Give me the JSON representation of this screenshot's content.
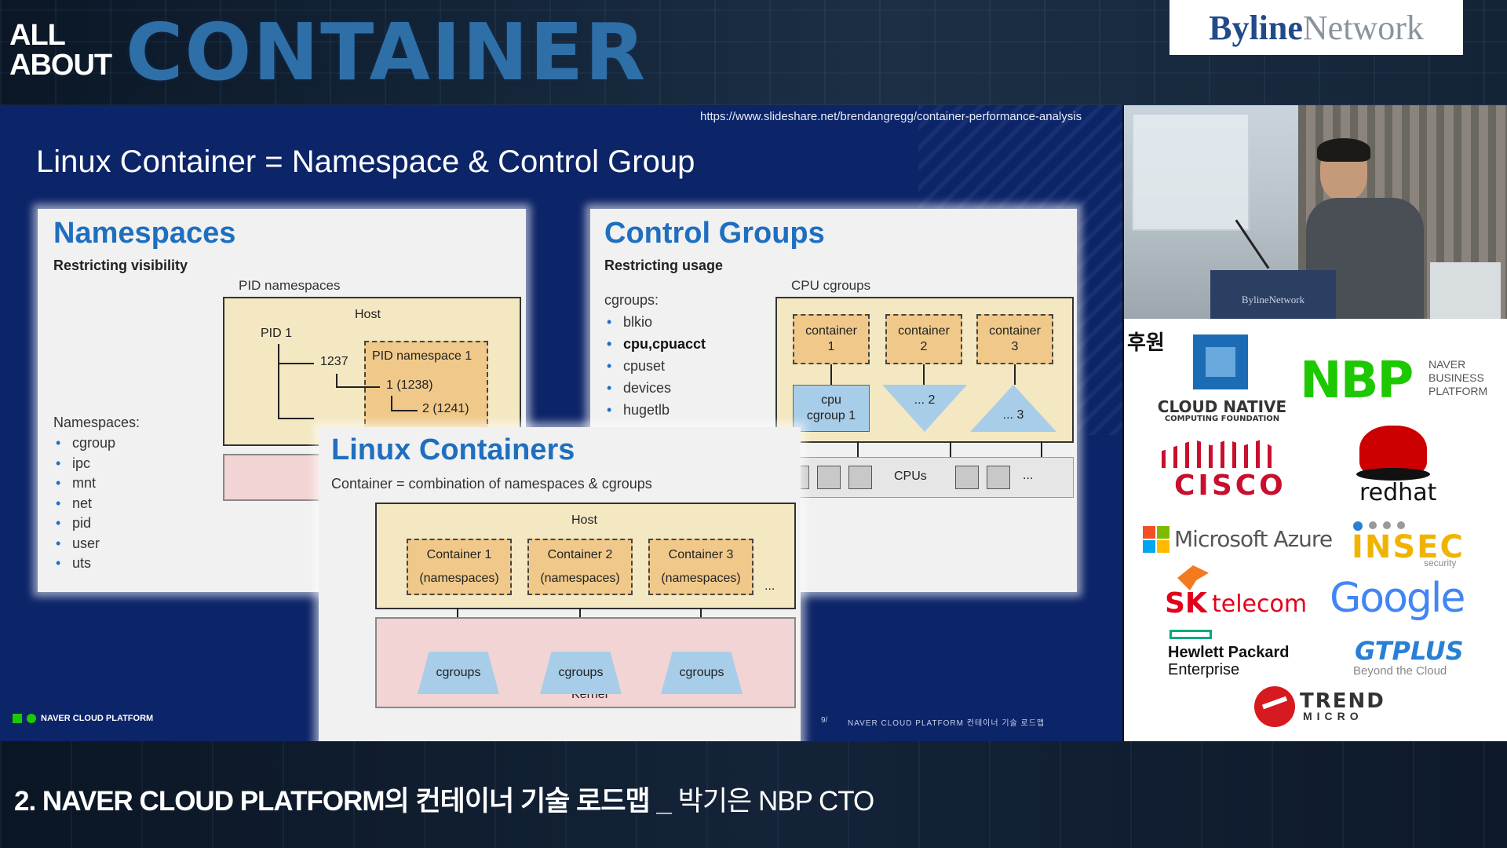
{
  "brand": {
    "all": "ALL",
    "about": "ABOUT",
    "container": "CONTAINER"
  },
  "byline": {
    "part1": "Byline",
    "part2": "Network"
  },
  "slide": {
    "source_url": "https://www.slideshare.net/brendangregg/container-performance-analysis",
    "title": "Linux Container = Namespace & Control Group",
    "footer_logo": "NAVER CLOUD PLATFORM",
    "footer_page": "9/",
    "footer_text": "NAVER CLOUD PLATFORM 컨테이너 기술 로드맵",
    "namespaces": {
      "title": "Namespaces",
      "subtitle": "Restricting visibility",
      "list_title": "Namespaces:",
      "items": [
        "cgroup",
        "ipc",
        "mnt",
        "net",
        "pid",
        "user",
        "uts"
      ],
      "diagram_title": "PID namespaces",
      "host": "Host",
      "pid1": "PID 1",
      "p1237": "1237",
      "pidns": "PID namespace 1",
      "p1238": "1 (1238)",
      "p1241": "2 (1241)"
    },
    "cgroups": {
      "title": "Control Groups",
      "subtitle": "Restricting usage",
      "list_title": "cgroups:",
      "items": [
        {
          "label": "blkio",
          "bold": false
        },
        {
          "label": "cpu,cpuacct",
          "bold": true
        },
        {
          "label": "cpuset",
          "bold": false
        },
        {
          "label": "devices",
          "bold": false
        },
        {
          "label": "hugetlb",
          "bold": false
        }
      ],
      "diagram_title": "CPU cgroups",
      "containers": [
        {
          "name": "container",
          "num": "1"
        },
        {
          "name": "container",
          "num": "2"
        },
        {
          "name": "container",
          "num": "3"
        }
      ],
      "cpu1_a": "cpu",
      "cpu1_b": "cgroup 1",
      "cg2": "... 2",
      "cg3": "... 3",
      "cpus": "CPUs",
      "ellipsis": "..."
    },
    "linux": {
      "title": "Linux Containers",
      "subtitle": "Container = combination of namespaces & cgroups",
      "host": "Host",
      "containers": [
        {
          "name": "Container 1",
          "sub": "(namespaces)"
        },
        {
          "name": "Container 2",
          "sub": "(namespaces)"
        },
        {
          "name": "Container 3",
          "sub": "(namespaces)"
        }
      ],
      "ellipsis": "...",
      "cgroups": [
        "cgroups",
        "cgroups",
        "cgroups"
      ],
      "kernel": "Kernel"
    }
  },
  "speaker_podium": "BylineNetwork",
  "sponsors": {
    "label": "후원",
    "cncf_a": "CLOUD NATIVE",
    "cncf_b": "COMPUTING FOUNDATION",
    "nbp": "NBP",
    "nbp_a": "NAVER",
    "nbp_b": "BUSINESS",
    "nbp_c": "PLATFORM",
    "cisco": "CISCO",
    "redhat": "redhat",
    "azure": "Microsoft Azure",
    "insec": "INSEC",
    "insec_sub": "security",
    "sk": "SK",
    "telecom": "telecom",
    "google": "Google",
    "hpe_a": "Hewlett Packard",
    "hpe_b": "Enterprise",
    "gtplus": "GTPLUS",
    "gtplus_sub": "Beyond the Cloud",
    "trend_a": "TREND",
    "trend_b": "MICRO"
  },
  "caption": {
    "main": "2. NAVER CLOUD PLATFORM의 컨테이너 기술 로드맵 _",
    "speaker": " 박기은 NBP CTO"
  },
  "colors": {
    "slide_bg": "#0c2468",
    "panel_title": "#1e6fc0",
    "host_fill": "#f4e8c2",
    "container_fill": "#f0c98a",
    "kernel_fill": "#f2d4d4",
    "cgroup_fill": "#a8cde8"
  }
}
